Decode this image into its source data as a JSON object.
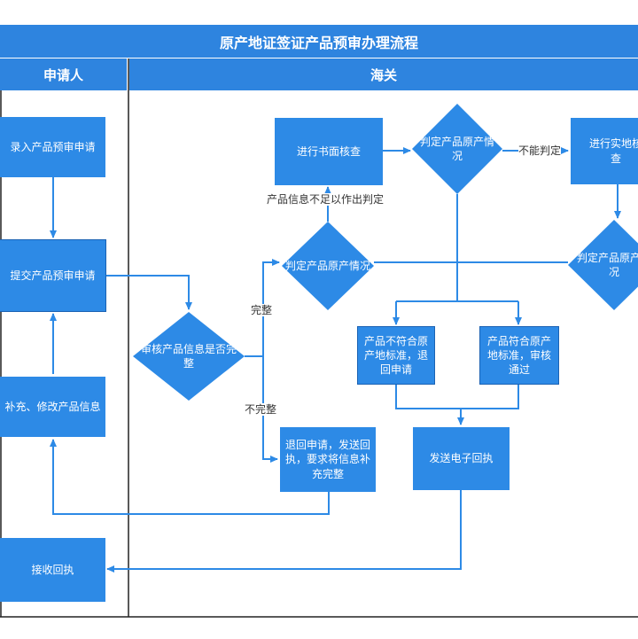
{
  "title": "原产地证签证产品预审办理流程",
  "lanes": {
    "applicant": "申请人",
    "customs": "海关"
  },
  "nodes": {
    "enter_request": "录入产品预审申请",
    "submit_request": "提交产品预审申请",
    "supplement_info": "补充、修改产品信息",
    "receive_receipt": "接收回执",
    "review_completeness": "审核产品信息是否完整",
    "return_request": "退回申请，发送回执，要求将信息补充完整",
    "judge_origin_1": "判定产品原产情况",
    "document_review": "进行书面核查",
    "judge_origin_2": "判定产品原产情况",
    "onsite_review": "进行实地核查",
    "judge_origin_3": "判定产品原产情况",
    "not_meet": "产品不符合原产地标准，退回申请",
    "meet": "产品符合原产地标准，审核通过",
    "send_receipt": "发送电子回执"
  },
  "edge_labels": {
    "complete": "完整",
    "incomplete": "不完整",
    "insufficient": "产品信息不足以作出判定",
    "cannot_judge": "不能判定"
  }
}
